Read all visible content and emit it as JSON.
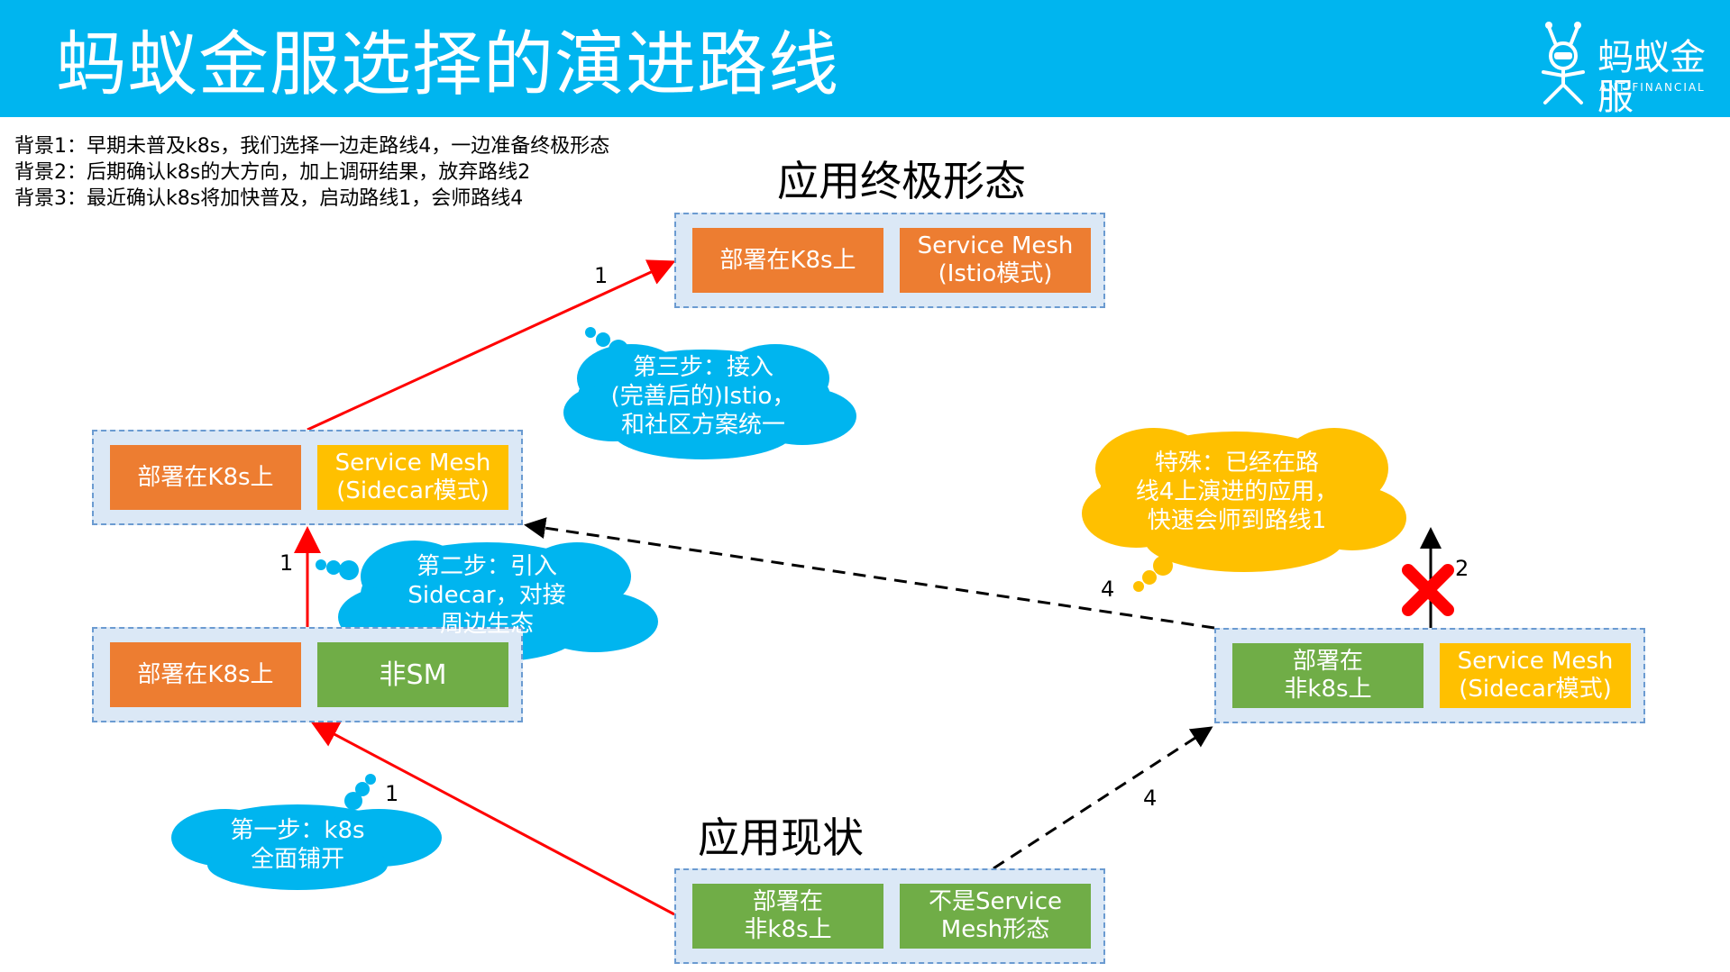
{
  "header": {
    "title": "蚂蚁金服选择的演进路线",
    "logo_cn": "蚂蚁金服",
    "logo_en": "ANT FINANCIAL"
  },
  "background_notes": [
    "背景1：早期未普及k8s，我们选择一边走路线4，一边准备终极形态",
    "背景2：后期确认k8s的大方向，加上调研结果，放弃路线2",
    "背景3：最近确认k8s将加快普及，启动路线1，会师路线4"
  ],
  "final_state": {
    "title": "应用终极形态",
    "left": "部署在K8s上",
    "right": "Service Mesh\n(Istio模式)"
  },
  "mid_left": {
    "left": "部署在K8s上",
    "right": "Service Mesh\n(Sidecar模式)"
  },
  "lower_left": {
    "left": "部署在K8s上",
    "right": "非SM"
  },
  "right_state": {
    "left": "部署在\n非k8s上",
    "right": "Service Mesh\n(Sidecar模式)"
  },
  "current_state": {
    "title": "应用现状",
    "left": "部署在\n非k8s上",
    "right": "不是Service\nMesh形态"
  },
  "clouds": {
    "step1": "第一步：k8s\n全面铺开",
    "step2": "第二步：引入\nSidecar，对接\n周边生态",
    "step3": "第三步：接入\n(完善后的)Istio，\n和社区方案统一",
    "special": "特殊：已经在路\n线4上演进的应用，\n快速会师到路线1"
  },
  "route_labels": {
    "r1_top": "1",
    "r1_mid": "1",
    "r1_bottom": "1",
    "r4_upper": "4",
    "r4_lower": "4",
    "r2": "2"
  },
  "colors": {
    "header": "#00b5ef",
    "orange": "#ed7d31",
    "yellow": "#ffc000",
    "green": "#70ad47",
    "cloud_blue": "#00b5ef",
    "cloud_yellow": "#ffc000",
    "route1": "#ff0000",
    "route4": "#000000",
    "blocked": "#ff0000"
  }
}
